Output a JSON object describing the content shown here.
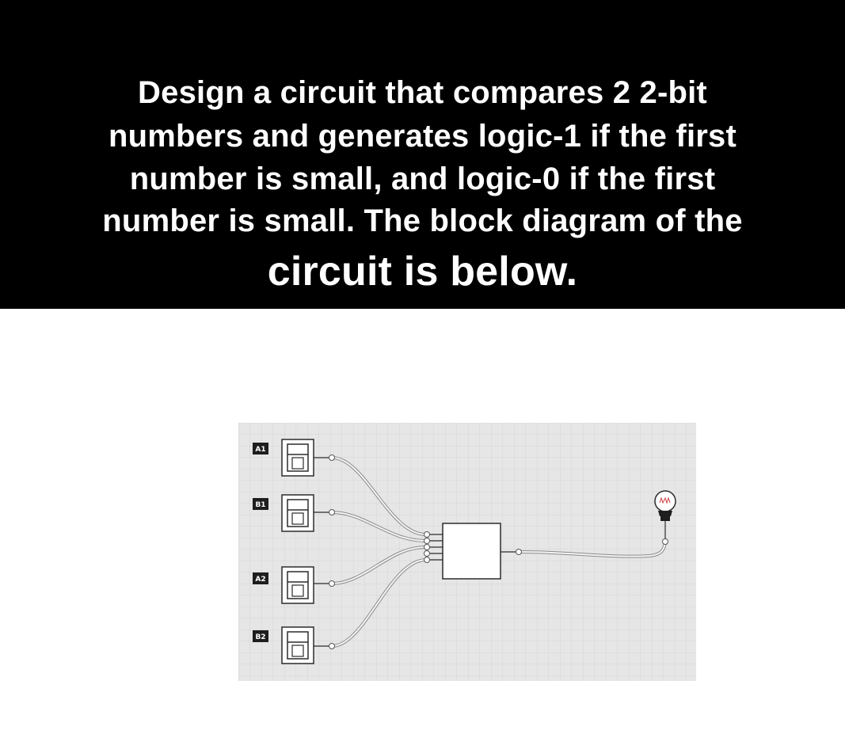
{
  "question": {
    "lines": [
      "Design a circuit that compares 2 2-bit",
      "numbers and generates logic-1 if the first",
      "number is small, and logic-0 if the first",
      "number is small. The block diagram of the",
      "circuit is below."
    ]
  },
  "circuit": {
    "inputs": [
      {
        "label": "A1"
      },
      {
        "label": "B1"
      },
      {
        "label": "A2"
      },
      {
        "label": "B2"
      }
    ]
  }
}
